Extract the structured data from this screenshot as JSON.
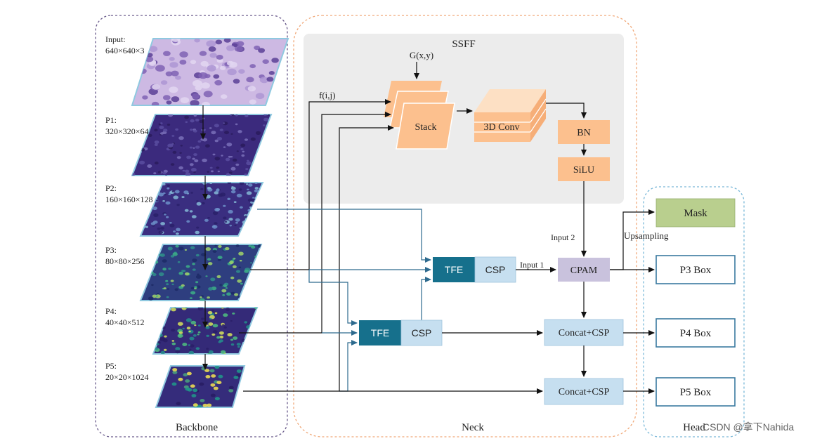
{
  "sections": {
    "backbone": "Backbone",
    "neck": "Neck",
    "head": "Head",
    "ssff": "SSFF"
  },
  "backbone_layers": [
    {
      "name": "Input:",
      "dims": "640×640×3",
      "palette": "input"
    },
    {
      "name": "P1:",
      "dims": "320×320×64",
      "palette": "p1"
    },
    {
      "name": "P2:",
      "dims": "160×160×128",
      "palette": "p2"
    },
    {
      "name": "P3:",
      "dims": "80×80×256",
      "palette": "p3"
    },
    {
      "name": "P4:",
      "dims": "40×40×512",
      "palette": "p4"
    },
    {
      "name": "P5:",
      "dims": "20×20×1024",
      "palette": "p5"
    }
  ],
  "ssff": {
    "g_label": "G(x,y)",
    "f_label": "f(i,j)",
    "stack": "Stack",
    "conv3d": "3D Conv",
    "bn": "BN",
    "silu": "SiLU"
  },
  "neck": {
    "tfe": "TFE",
    "csp": "CSP",
    "input1": "Input 1",
    "input2": "Input 2",
    "cpam": "CPAM",
    "concat": "Concat+CSP",
    "upsampling": "Upsampling"
  },
  "head": {
    "mask": "Mask",
    "p3box": "P3 Box",
    "p4box": "P4 Box",
    "p5box": "P5 Box"
  },
  "watermark": "CSDN @拿下Nahida",
  "colors": {
    "backbone_border": "#6a5b8c",
    "neck_border": "#f0a878",
    "head_border": "#7ab8d8",
    "ssff_bg": "#ececec",
    "orange_block": "#fcc08e",
    "tfe": "#16708c",
    "csp": "#c6dff0",
    "cpam": "#c9c2dd",
    "mask": "#b9cf8e",
    "line": "#1c2b40",
    "edge_blue": "#3a7aa0"
  }
}
